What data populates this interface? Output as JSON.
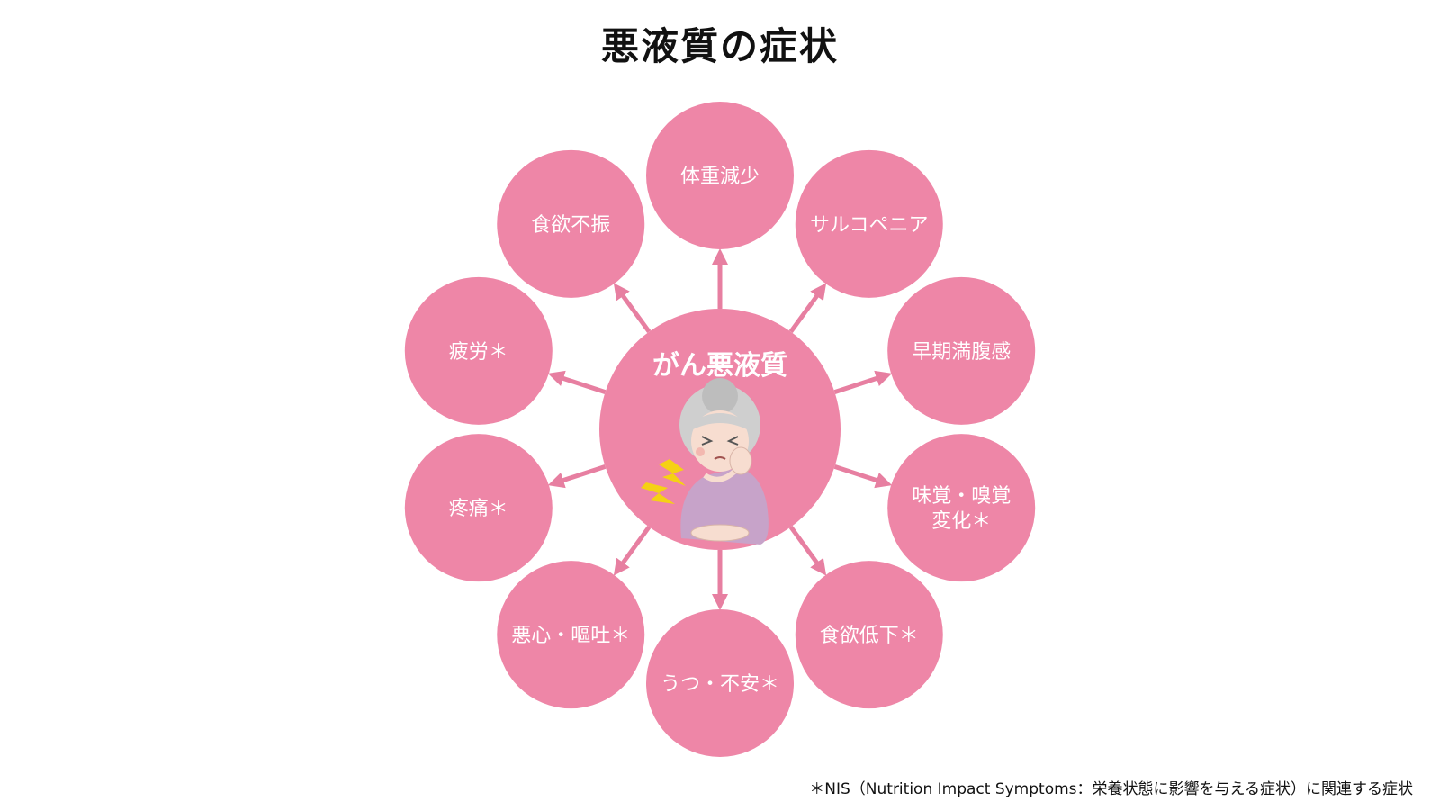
{
  "title": "悪液質の症状",
  "center": {
    "label": "がん悪液質"
  },
  "symptoms": [
    {
      "lines": [
        "体重減少"
      ]
    },
    {
      "lines": [
        "サルコペニア"
      ]
    },
    {
      "lines": [
        "早期満腹感"
      ]
    },
    {
      "lines": [
        "味覚・嗅覚",
        "変化＊"
      ]
    },
    {
      "lines": [
        "食欲低下＊"
      ]
    },
    {
      "lines": [
        "うつ・不安＊"
      ]
    },
    {
      "lines": [
        "悪心・嘔吐＊"
      ]
    },
    {
      "lines": [
        "疼痛＊"
      ]
    },
    {
      "lines": [
        "疲労＊"
      ]
    },
    {
      "lines": [
        "食欲不振"
      ]
    }
  ],
  "footnote": "＊NIS（Nutrition Impact Symptoms：栄養状態に影響を与える症状）に関連する症状",
  "colors": {
    "node": "#ee86a7",
    "arrow": "#e77fa1",
    "center": "#ee86a7",
    "sweater": "#c7a3c9",
    "hair": "#c9c9c9",
    "skin": "#f7ddd0",
    "lightning": "#f5d114"
  }
}
